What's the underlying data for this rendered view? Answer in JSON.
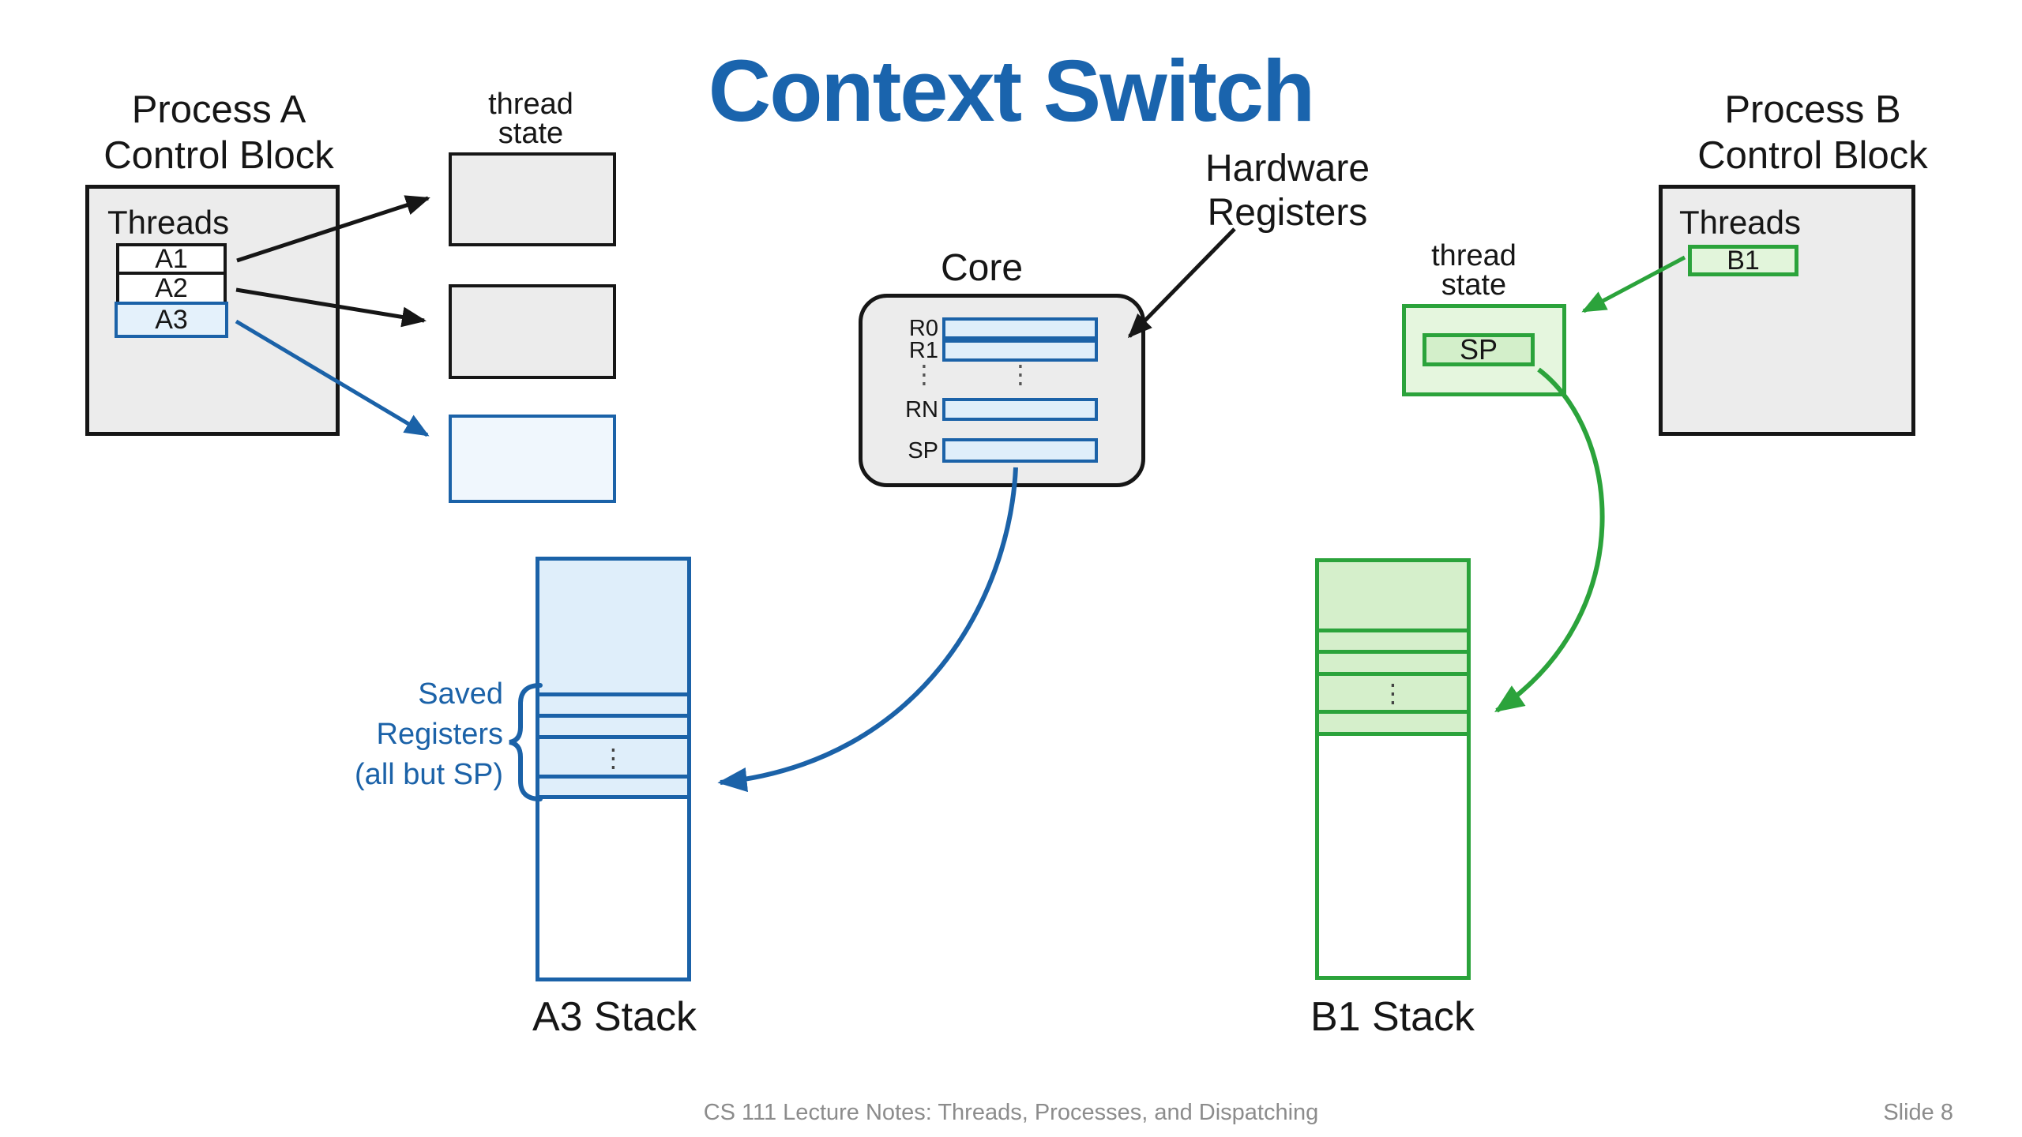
{
  "slide": {
    "title": "Context Switch",
    "footer_left": "CS 111 Lecture Notes: Threads, Processes, and Dispatching",
    "footer_right": "Slide 8"
  },
  "process_a": {
    "title_line1": "Process A",
    "title_line2": "Control Block",
    "threads_label": "Threads",
    "threads": [
      "A1",
      "A2",
      "A3"
    ]
  },
  "left_thread_state": {
    "label_line1": "thread",
    "label_line2": "state"
  },
  "hardware_registers": {
    "line1": "Hardware",
    "line2": "Registers"
  },
  "core": {
    "label": "Core",
    "register_labels": [
      "R0",
      "R1",
      "RN",
      "SP"
    ],
    "ellipsis": "⋮"
  },
  "a3_stack": {
    "label": "A3 Stack",
    "ellipsis": "⋮"
  },
  "saved_registers_note": {
    "line1": "Saved",
    "line2": "Registers",
    "line3": "(all but SP)"
  },
  "process_b": {
    "title_line1": "Process B",
    "title_line2": "Control Block",
    "threads_label": "Threads",
    "threads": [
      "B1"
    ]
  },
  "right_thread_state": {
    "label_line1": "thread",
    "label_line2": "state",
    "sp_label": "SP"
  },
  "b1_stack": {
    "label": "B1 Stack",
    "ellipsis": "⋮"
  },
  "colors": {
    "title_blue": "#1a64ad",
    "blue_stroke": "#1b62a8",
    "blue_fill_light": "#dfeefa",
    "blue_fill_pale": "#f0f7fd",
    "green_stroke": "#2ba33b",
    "green_fill_light": "#e5f6de",
    "green_fill_mid": "#d3efca",
    "gray_box_fill": "#ececec",
    "line_black": "#161616",
    "footer_gray": "#8c8c8c"
  }
}
